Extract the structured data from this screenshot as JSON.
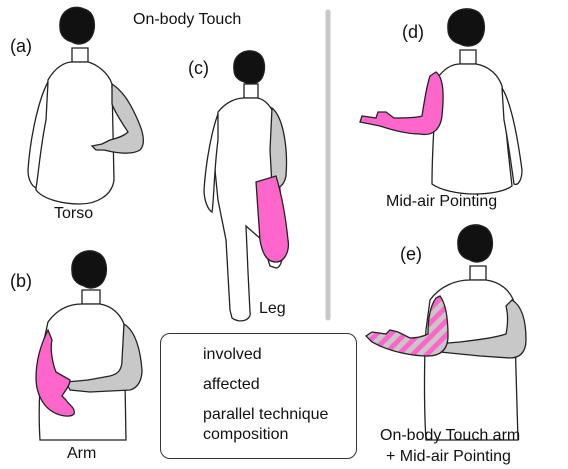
{
  "header": {
    "title": "On-body Touch"
  },
  "panels": [
    {
      "letter": "(a)",
      "caption": "Torso"
    },
    {
      "letter": "(b)",
      "caption": "Arm"
    },
    {
      "letter": "(c)",
      "caption": "Leg"
    },
    {
      "letter": "(d)",
      "caption": "Mid-air Pointing"
    },
    {
      "letter": "(e)",
      "caption_line1": "On-body Touch arm",
      "caption_line2": "+ Mid-air Pointing"
    }
  ],
  "legend": {
    "involved": "involved",
    "affected": "affected",
    "parallel_line1": "parallel technique",
    "parallel_line2": "composition"
  },
  "colors": {
    "involved": "#c8c8c8",
    "affected": "#ff66cc",
    "stripe": "#ff66cc",
    "outline": "#222222",
    "divider": "#c8c8c8"
  }
}
